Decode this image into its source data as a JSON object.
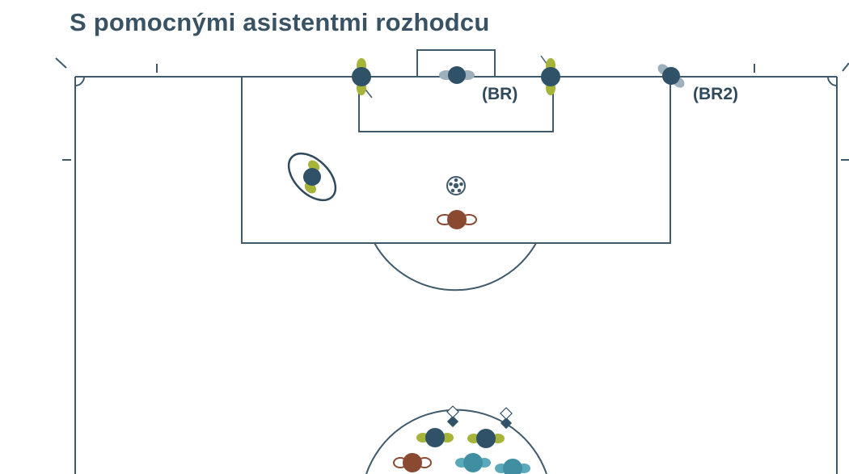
{
  "title": "S pomocnými asistentmi rozhodcu",
  "labels": {
    "referee": "(BR)",
    "referee2": "(BR2)"
  },
  "colors": {
    "line": "#3e5a6b",
    "player_dark": "#2f5269",
    "player_green": "#a7b43a",
    "player_brown": "#8a4a32",
    "player_teal": "#3f8ea2",
    "referee_gray": "#9fb0bd"
  },
  "icons": [
    "football-icon",
    "assistant-flag-icon"
  ]
}
